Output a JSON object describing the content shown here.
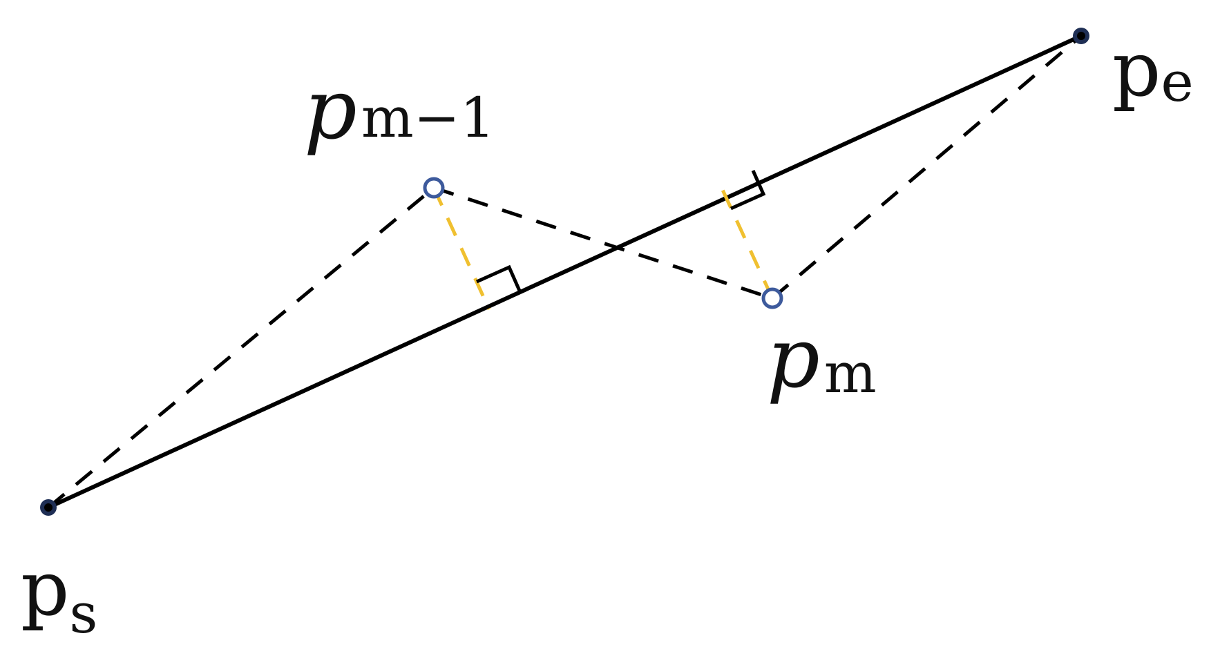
{
  "diagram": {
    "points": {
      "ps": {
        "base": "p",
        "sub": "s",
        "style": "roman",
        "kind": "endpoint"
      },
      "pe": {
        "base": "p",
        "sub": "e",
        "style": "roman",
        "kind": "endpoint"
      },
      "pm1": {
        "base": "p",
        "sub": "m−1",
        "style": "italic",
        "kind": "intermediate"
      },
      "pm": {
        "base": "p",
        "sub": "m",
        "style": "italic",
        "kind": "intermediate"
      }
    },
    "colors": {
      "segment": "#000000",
      "dashed": "#000000",
      "perpendicular": "#f0c030",
      "endpoint_fill": "#1f2f55",
      "open_point_stroke": "#3d5a9c"
    }
  }
}
